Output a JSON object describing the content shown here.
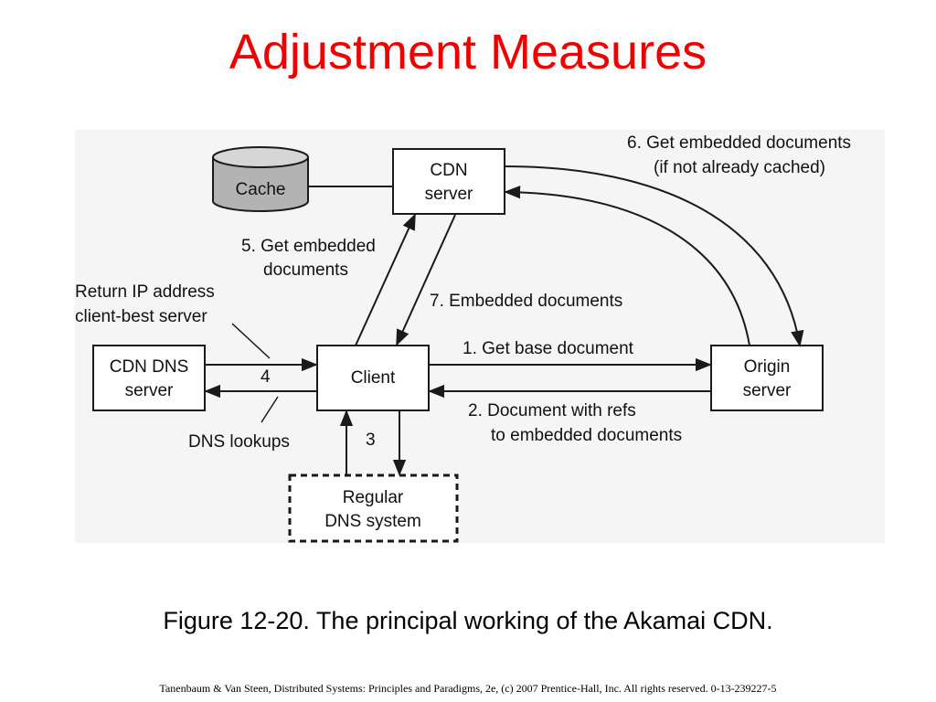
{
  "slide": {
    "title": "Adjustment Measures",
    "caption": "Figure 12-20. The principal working of the Akamai CDN.",
    "footer": "Tanenbaum & Van Steen, Distributed Systems: Principles and Paradigms, 2e, (c) 2007 Prentice-Hall, Inc. All rights reserved. 0-13-239227-5"
  },
  "diagram": {
    "nodes": {
      "cache": "Cache",
      "cdn_server": [
        "CDN",
        "server"
      ],
      "client": "Client",
      "cdn_dns": [
        "CDN DNS",
        "server"
      ],
      "origin": [
        "Origin",
        "server"
      ],
      "regular_dns": [
        "Regular",
        "DNS system"
      ]
    },
    "labels": {
      "step6": [
        "6. Get embedded documents",
        "(if not already cached)"
      ],
      "step5": [
        "5. Get embedded",
        "documents"
      ],
      "return_ip": [
        "Return IP address",
        "client-best server"
      ],
      "step7": "7. Embedded documents",
      "step1": "1. Get base document",
      "step2": [
        "2. Document with refs",
        "to embedded documents"
      ],
      "step4": "4",
      "step3": "3",
      "dns_lookups": "DNS lookups"
    },
    "colors": {
      "cache_fill": "#b3b3b3",
      "stroke": "#1a1a1a"
    }
  }
}
